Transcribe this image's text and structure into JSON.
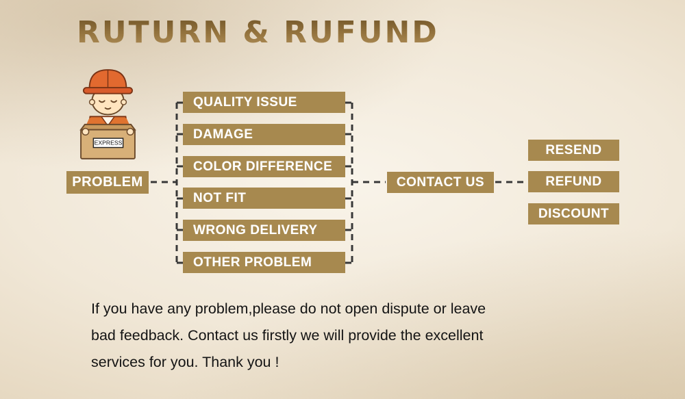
{
  "title": "RUTURN & RUFUND",
  "courier": {
    "box_label": "EXPRESS"
  },
  "flow": {
    "problem_label": "PROBLEM",
    "issues": [
      "QUALITY ISSUE",
      "DAMAGE",
      "COLOR DIFFERENCE",
      "NOT FIT",
      "WRONG DELIVERY",
      "OTHER PROBLEM"
    ],
    "contact_label": "CONTACT US",
    "resolutions": [
      "RESEND",
      "REFUND",
      "DISCOUNT"
    ]
  },
  "note": {
    "lines": [
      "If you have any problem,please do not open dispute or leave",
      "bad feedback. Contact us firstly we will provide the excellent",
      "services for you. Thank you !"
    ]
  },
  "colors": {
    "box": "#a7894f",
    "title": "#8a6a3b",
    "dash": "#383838",
    "background": "#f0e6d6"
  }
}
